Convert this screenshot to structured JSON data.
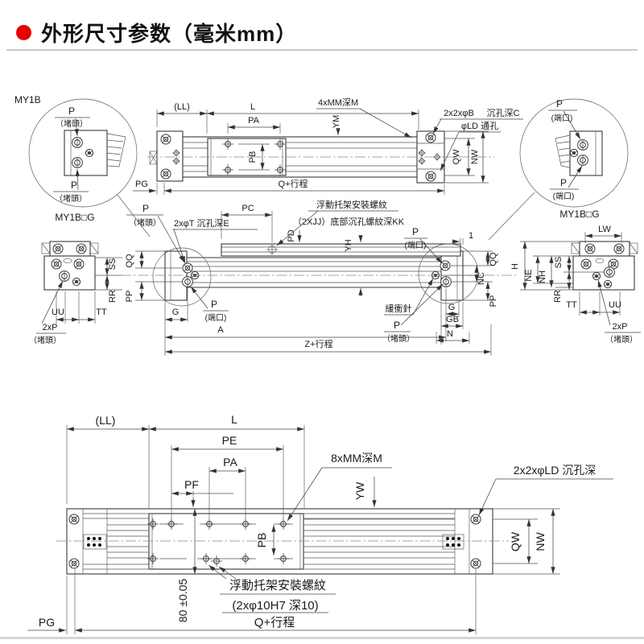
{
  "header": {
    "title": "外形尺寸参数（毫米mm）",
    "accent_color": "#e60000"
  },
  "top": {
    "model": "MY1B",
    "model_g": "MY1B□G",
    "p": "P",
    "plug": "（堵頭）",
    "port": "(端口)",
    "ll": "(LL)",
    "l": "L",
    "pa": "PA",
    "pb": "PB",
    "ym": "YM",
    "mm": "4xMM深M",
    "b": "2x2xφB",
    "c": "沉孔深C",
    "ld": "φLD 通孔",
    "qw": "QW",
    "nw": "NW",
    "pg": "PG",
    "q": "Q+行程"
  },
  "mid": {
    "p": "P",
    "plug": "（堵頭）",
    "port": "(端口)",
    "t": "2xφT 沉孔深E",
    "pc": "PC",
    "pd": "PD",
    "float1": "浮動托架安裝螺紋",
    "float2": "（2XJJ）底部沉孔螺紋深KK",
    "yh": "YH",
    "one": "1",
    "qq": "QQ",
    "pp": "PP",
    "nc": "NC",
    "ss": "SS",
    "rr": "RR",
    "uu": "UU",
    "tt": "TT",
    "p2x": "2xP",
    "buffer": "緩衝針",
    "g": "G",
    "gb": "GB",
    "n": "N",
    "a": "A",
    "z": "Z+行程",
    "h": "H",
    "ne": "NE",
    "nh": "NH",
    "lw": "LW",
    "model_g": "MY1B□G"
  },
  "bot": {
    "ll": "(LL)",
    "l": "L",
    "pe": "PE",
    "pa": "PA",
    "pf": "PF",
    "mm": "8xMM深M",
    "yw": "YW",
    "ld": "2x2xφLD 沉孔深",
    "pb": "PB",
    "qw": "QW",
    "nw": "NW",
    "float1": "浮動托架安裝螺紋",
    "float2": "(2xφ10H7 深10)",
    "q": "Q+行程",
    "tol": "80 ±0.05",
    "pg": "PG"
  }
}
